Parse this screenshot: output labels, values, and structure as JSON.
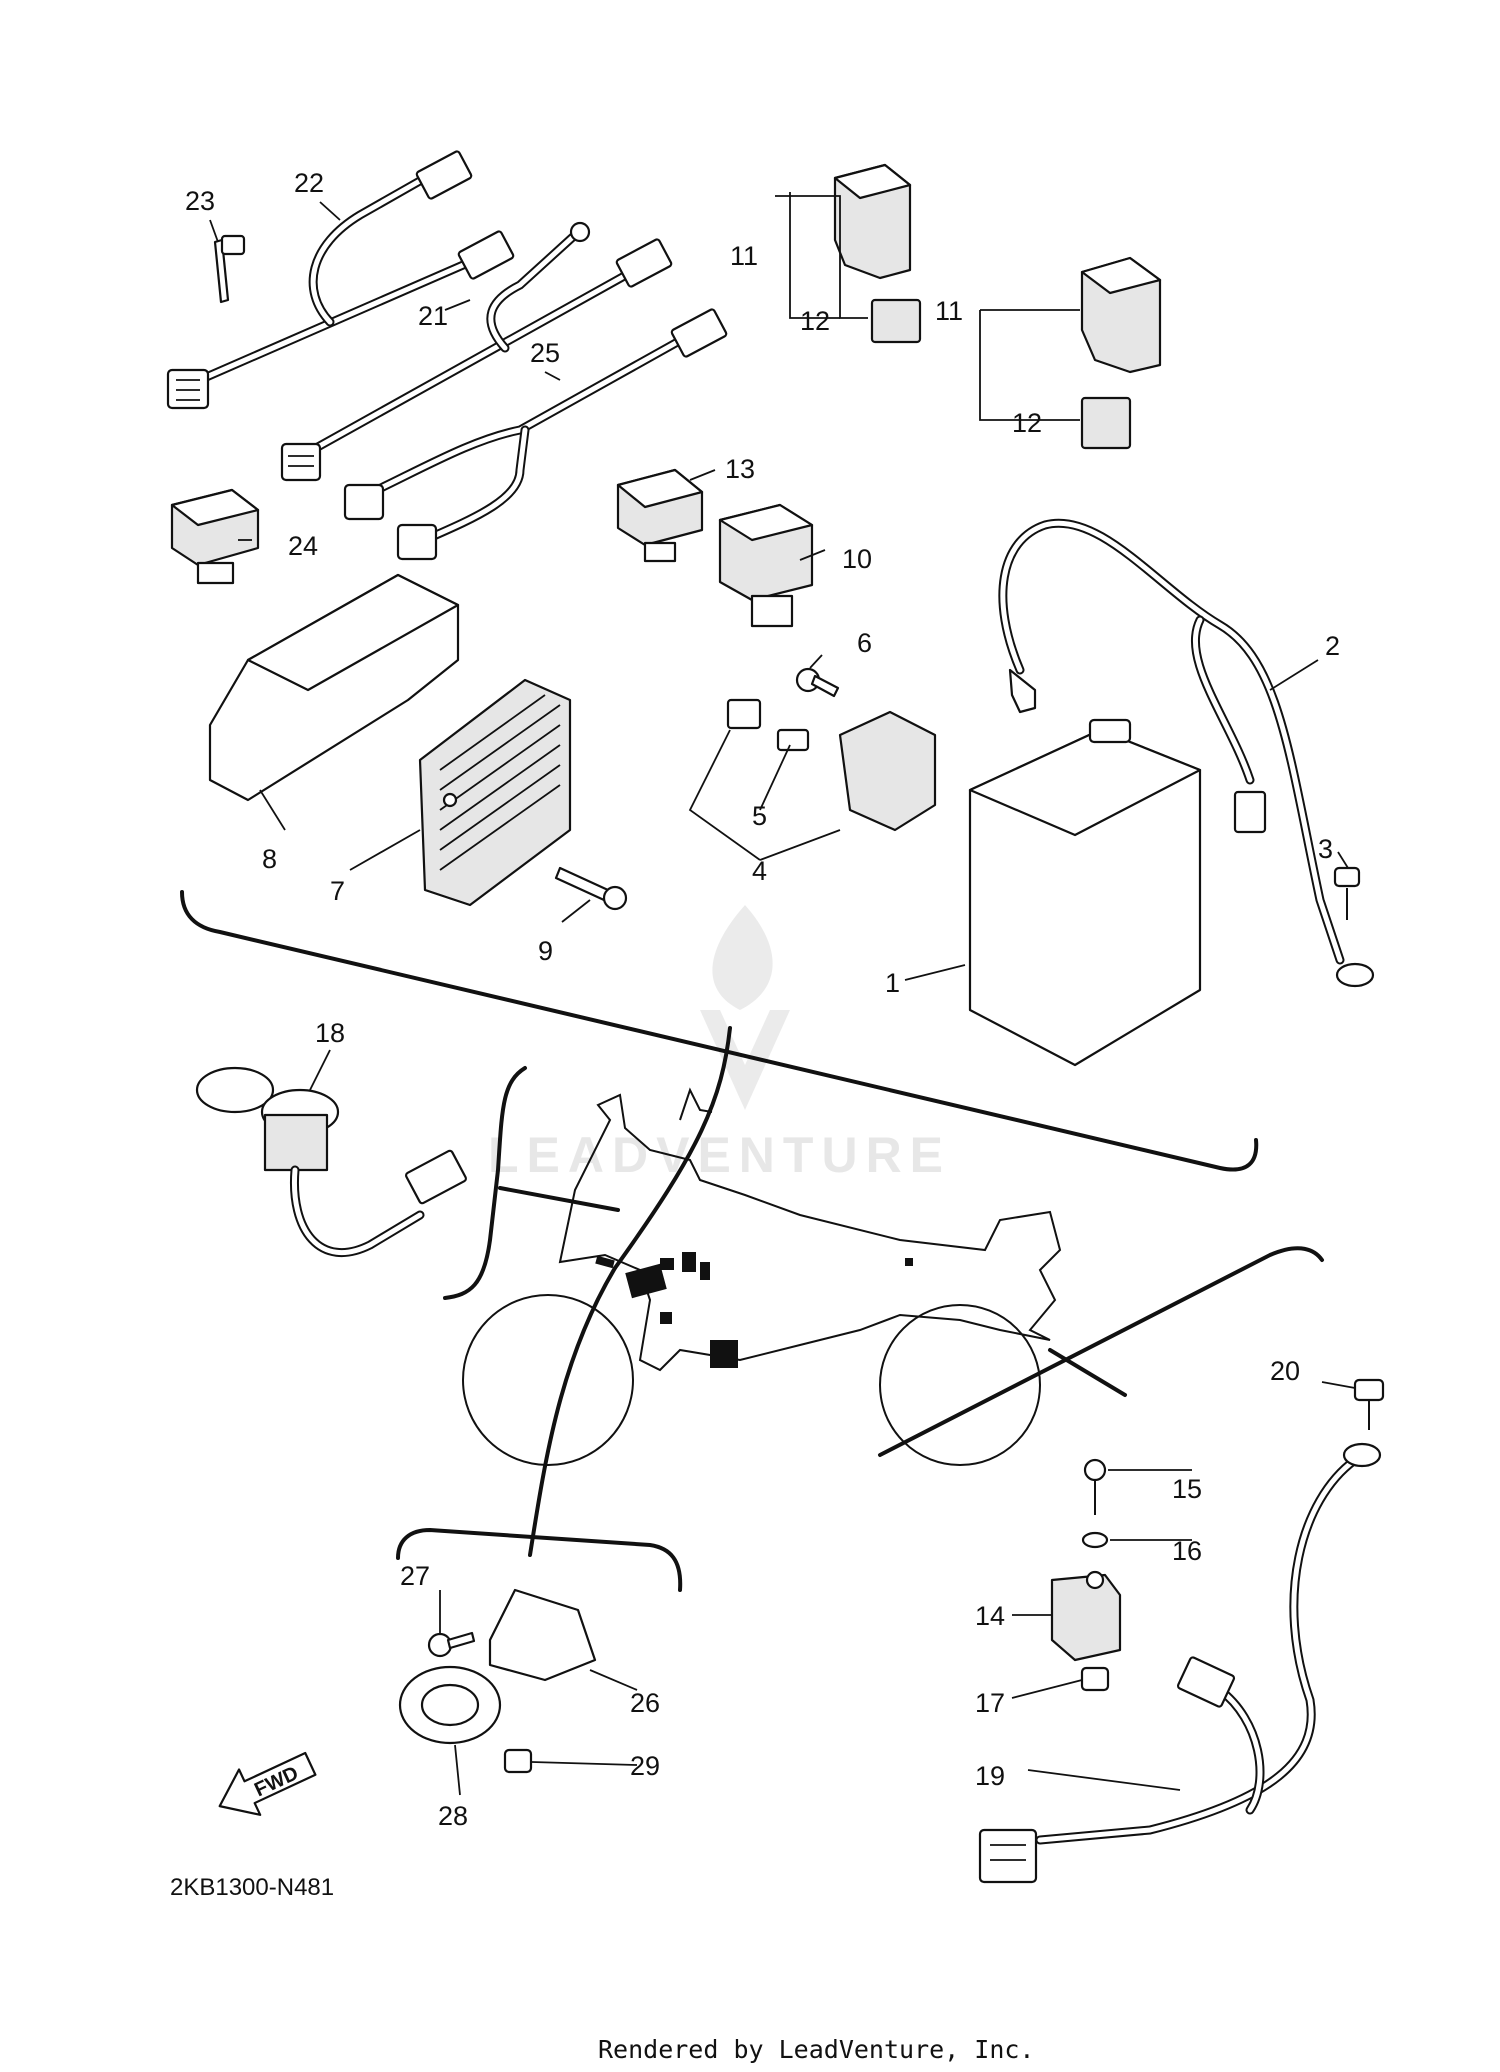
{
  "diagram": {
    "code": "2KB1300-N481",
    "credit": "Rendered by LeadVenture, Inc.",
    "watermark": "LEADVENTURE",
    "fwd_label": "FWD",
    "callouts": [
      {
        "name": "callout-1",
        "label": "1"
      },
      {
        "name": "callout-2",
        "label": "2"
      },
      {
        "name": "callout-3",
        "label": "3"
      },
      {
        "name": "callout-4",
        "label": "4"
      },
      {
        "name": "callout-5",
        "label": "5"
      },
      {
        "name": "callout-6",
        "label": "6"
      },
      {
        "name": "callout-7",
        "label": "7"
      },
      {
        "name": "callout-8",
        "label": "8"
      },
      {
        "name": "callout-9",
        "label": "9"
      },
      {
        "name": "callout-10",
        "label": "10"
      },
      {
        "name": "callout-11a",
        "label": "11"
      },
      {
        "name": "callout-12a",
        "label": "12"
      },
      {
        "name": "callout-11b",
        "label": "11"
      },
      {
        "name": "callout-12b",
        "label": "12"
      },
      {
        "name": "callout-13",
        "label": "13"
      },
      {
        "name": "callout-14",
        "label": "14"
      },
      {
        "name": "callout-15",
        "label": "15"
      },
      {
        "name": "callout-16",
        "label": "16"
      },
      {
        "name": "callout-17",
        "label": "17"
      },
      {
        "name": "callout-18",
        "label": "18"
      },
      {
        "name": "callout-19",
        "label": "19"
      },
      {
        "name": "callout-20",
        "label": "20"
      },
      {
        "name": "callout-21",
        "label": "21"
      },
      {
        "name": "callout-22",
        "label": "22"
      },
      {
        "name": "callout-23",
        "label": "23"
      },
      {
        "name": "callout-24",
        "label": "24"
      },
      {
        "name": "callout-25",
        "label": "25"
      },
      {
        "name": "callout-26",
        "label": "26"
      },
      {
        "name": "callout-27",
        "label": "27"
      },
      {
        "name": "callout-28",
        "label": "28"
      },
      {
        "name": "callout-29",
        "label": "29"
      }
    ]
  }
}
